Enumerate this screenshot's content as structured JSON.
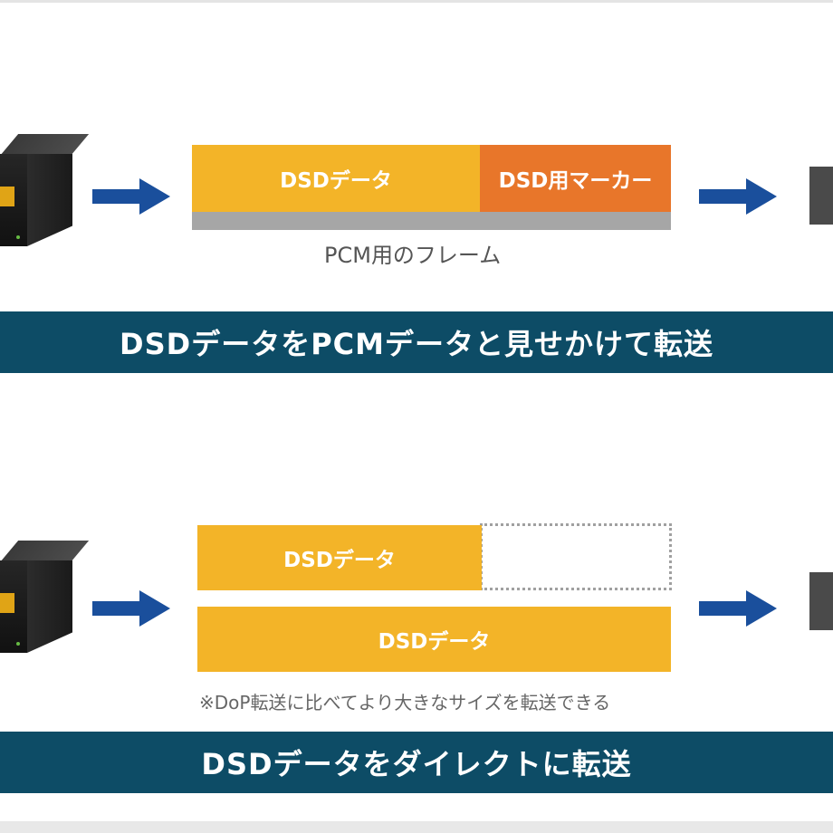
{
  "section_dop": {
    "dsd_data_label": "DSDデータ",
    "marker_label": "DSD用マーカー",
    "frame_label": "PCM用のフレーム",
    "banner": "DSDデータをPCMデータと見せかけて転送"
  },
  "section_native": {
    "dsd_data_label_top": "DSDデータ",
    "dsd_data_label_bottom": "DSDデータ",
    "note": "※DoP転送に比べてより大きなサイズを転送できる",
    "banner": "DSDデータをダイレクトに転送"
  },
  "colors": {
    "dsd_data": "#f3b428",
    "marker": "#e8762a",
    "frame": "#a6a6a6",
    "banner": "#0d4c66",
    "arrow": "#1a4f9c"
  },
  "icons": [
    "audio-device-icon",
    "right-arrow-icon",
    "receiver-device-icon"
  ]
}
